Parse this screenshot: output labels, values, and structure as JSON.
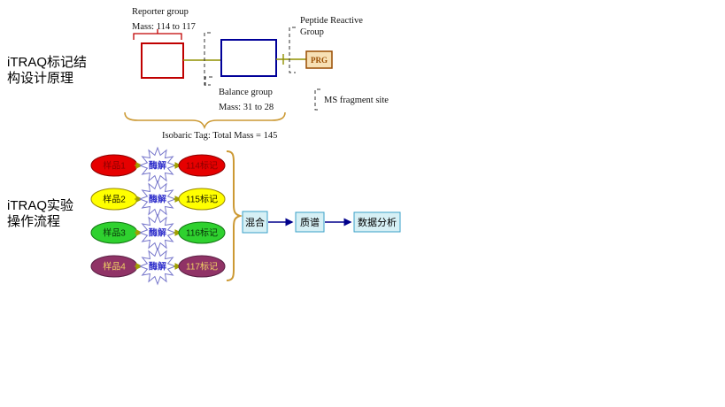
{
  "headings": {
    "principle_line1": "iTRAQ标记结",
    "principle_line2": "构设计原理",
    "workflow_line1": "iTRAQ实验",
    "workflow_line2": "操作流程"
  },
  "structure": {
    "reporter_label": "Reporter group",
    "reporter_mass": "Mass: 114 to 117",
    "balance_label": "Balance group",
    "balance_mass": "Mass: 31 to 28",
    "prg_label": "PRG",
    "peptide_line1": "Peptide Reactive",
    "peptide_line2": "Group",
    "ms_fragment": "MS fragment site",
    "isobaric": "Isobaric Tag: Total Mass = 145"
  },
  "workflow": {
    "digest_label": "酶解",
    "rows": [
      {
        "sample": "样品1",
        "tag": "114标记"
      },
      {
        "sample": "样品2",
        "tag": "115标记"
      },
      {
        "sample": "样品3",
        "tag": "116标记"
      },
      {
        "sample": "样品4",
        "tag": "117标记"
      }
    ],
    "steps": [
      "混合",
      "质谱",
      "数据分析"
    ]
  },
  "colors": {
    "reporter_red": "#c00000",
    "balance_blue": "#000099",
    "prg_border": "#994c00",
    "prg_fill": "#f7e0b5",
    "connector_olive": "#909000",
    "brace_tan": "#cc9933",
    "sample1_fill": "#e60000",
    "sample2_fill": "#ffff00",
    "sample3_fill": "#2fd12f",
    "sample4_fill": "#903366",
    "starburst_border": "#7878cc",
    "starburst_text": "#3333cc",
    "flow_box_fill": "#d6f0f5",
    "flow_box_border": "#3aa0c8",
    "flow_arrow": "#00008b"
  }
}
